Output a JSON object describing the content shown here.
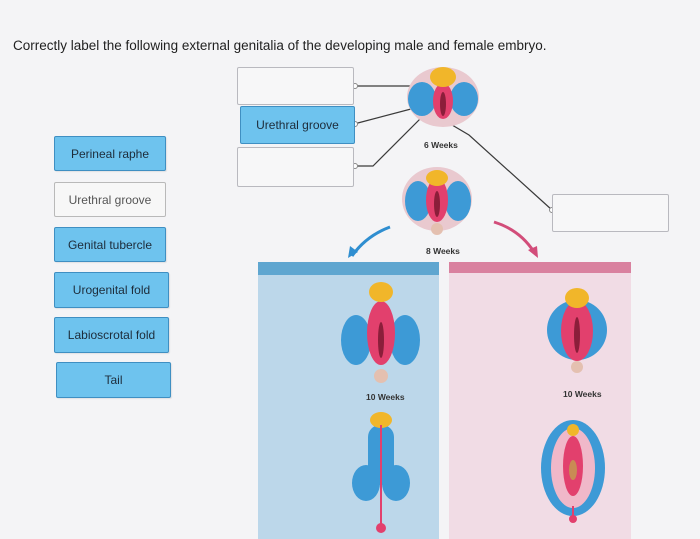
{
  "question": {
    "instruction": "Correctly label the following external genitalia of the developing male and female embryo."
  },
  "label_bank": [
    {
      "text": "Perineal raphe",
      "state": "available"
    },
    {
      "text": "Urethral groove",
      "state": "used"
    },
    {
      "text": "Genital tubercle",
      "state": "available"
    },
    {
      "text": "Urogenital fold",
      "state": "available"
    },
    {
      "text": "Labioscrotal fold",
      "state": "available"
    },
    {
      "text": "Tail",
      "state": "available"
    }
  ],
  "drop_targets": [
    {
      "value": ""
    },
    {
      "value": "Urethral groove"
    },
    {
      "value": ""
    },
    {
      "value": ""
    }
  ],
  "figure": {
    "stage_6": "6 Weeks",
    "stage_8": "8 Weeks",
    "male_10": "10 Weeks",
    "female_10": "10 Weeks"
  },
  "colors": {
    "chip_fill": "#6ec3ee",
    "male_panel": "#bcd7ea",
    "female_panel": "#f1dce5",
    "male_header": "#5fa6d0",
    "female_header": "#d9819f"
  }
}
